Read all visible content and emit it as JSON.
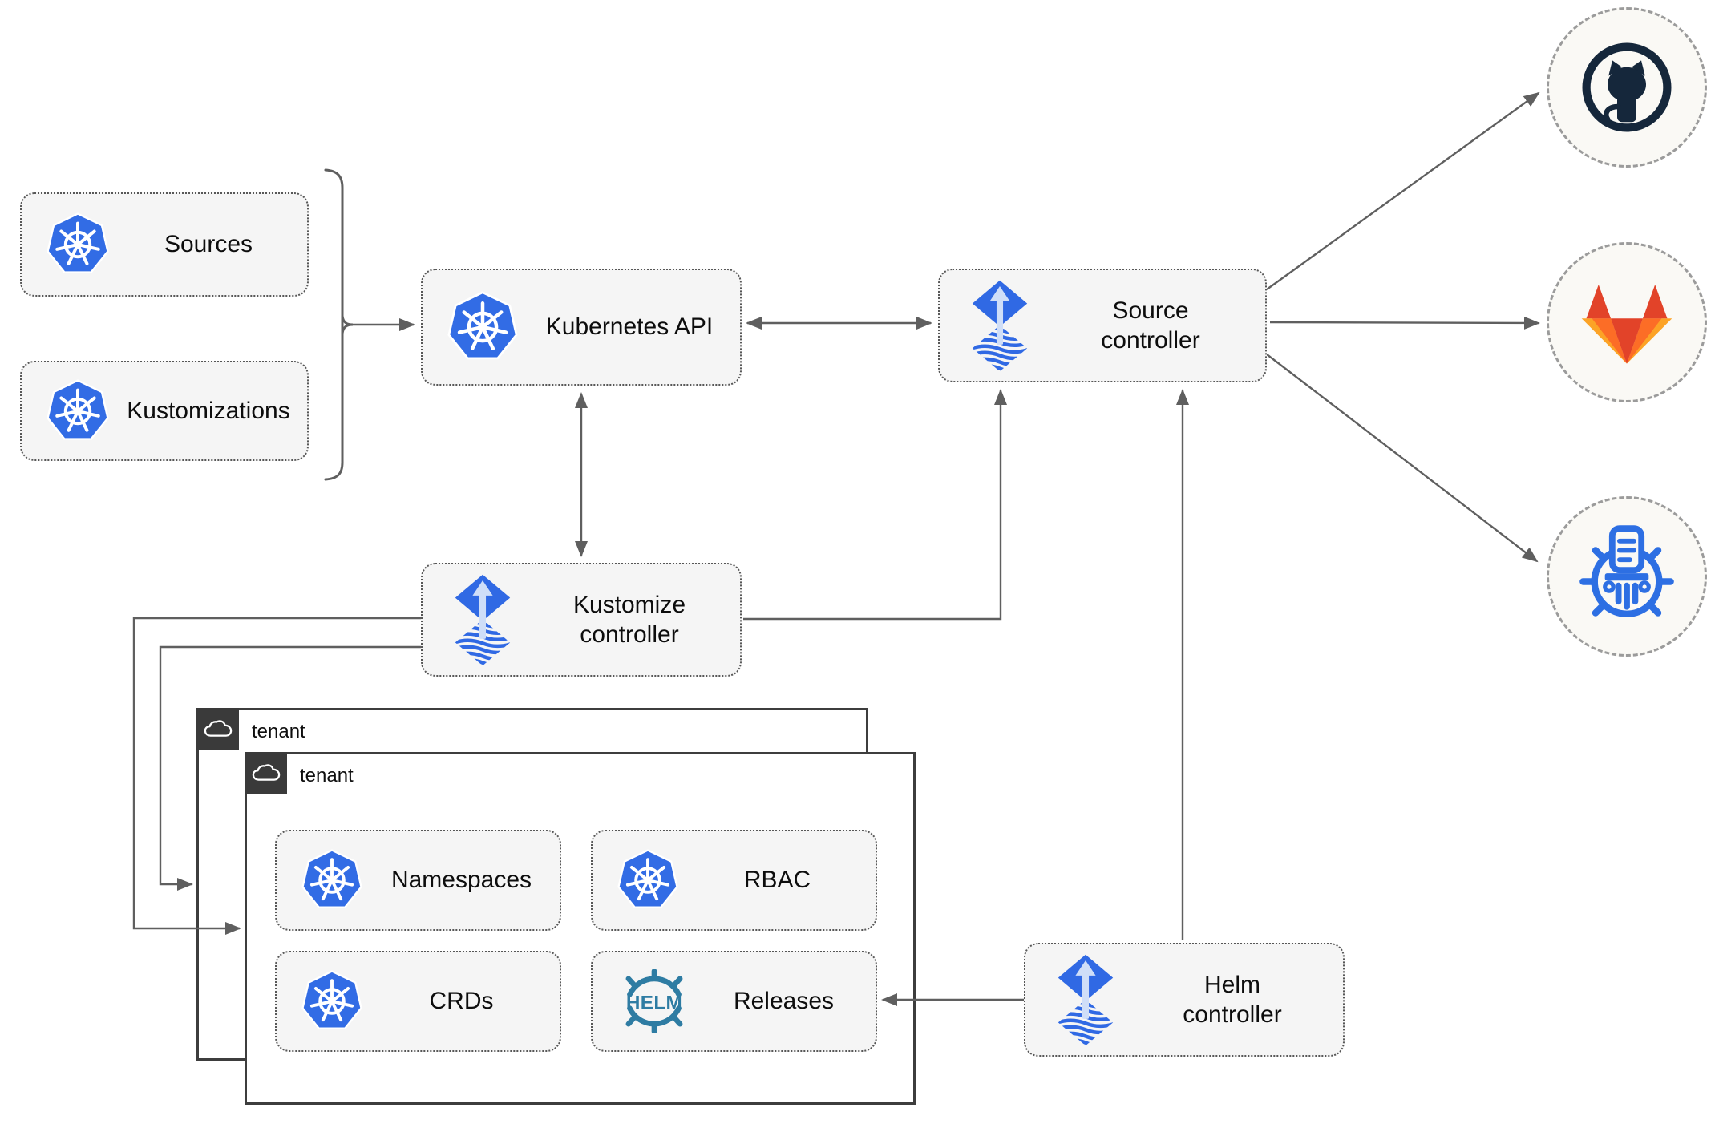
{
  "diagram": {
    "nodes": {
      "sources": {
        "label": "Sources"
      },
      "kustomizations": {
        "label": "Kustomizations"
      },
      "kubernetes_api": {
        "label": "Kubernetes API"
      },
      "source_controller": {
        "label": "Source controller"
      },
      "kustomize_controller": {
        "label": "Kustomize controller"
      },
      "helm_controller": {
        "label": "Helm controller"
      },
      "namespaces": {
        "label": "Namespaces"
      },
      "rbac": {
        "label": "RBAC"
      },
      "crds": {
        "label": "CRDs"
      },
      "releases": {
        "label": "Releases"
      }
    },
    "groups": {
      "tenant_outer": {
        "label": "tenant"
      },
      "tenant_inner": {
        "label": "tenant"
      }
    },
    "external_systems": {
      "github": {
        "name": "GitHub"
      },
      "gitlab": {
        "name": "GitLab"
      },
      "helm_repository": {
        "name": "Helm repository"
      }
    },
    "helm_logo_text": "HELM",
    "colors": {
      "kubernetes_blue": "#326ce5",
      "flux_blue": "#3069e4",
      "flux_arrow_light": "#cfdef8",
      "helm_teal": "#2e7ca3",
      "github_dark": "#15273b",
      "gitlab_red": "#e24329",
      "gitlab_orange": "#fc6d26",
      "gitlab_yellow": "#fca326",
      "repo_icon_blue": "#2d6fe3",
      "connector_gray": "#5f5f5f",
      "node_fill": "#f5f5f5",
      "node_border": "#575757",
      "tenant_border": "#3d3d3d",
      "tenant_tab_bg": "#3a3a3a"
    }
  }
}
